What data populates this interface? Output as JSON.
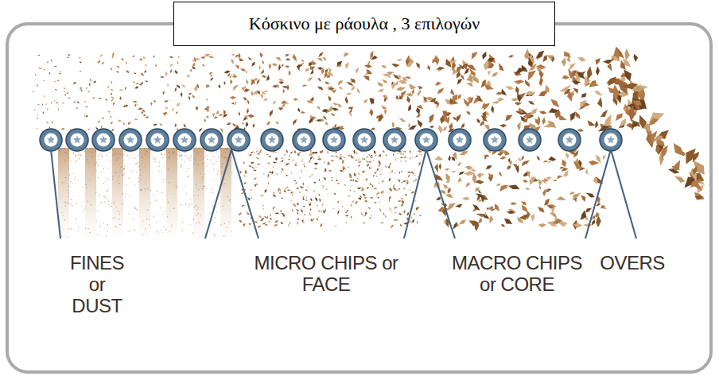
{
  "diagram": {
    "nodes": [
      {
        "text": [
          "Κόσκινο με ράουλα , 3 επιλογών"
        ]
      }
    ],
    "labels": [
      "FINES or DUST",
      "MICRO CHIPS or FACE",
      "MACRO CHIPS or CORE",
      "OVERS"
    ]
  }
}
